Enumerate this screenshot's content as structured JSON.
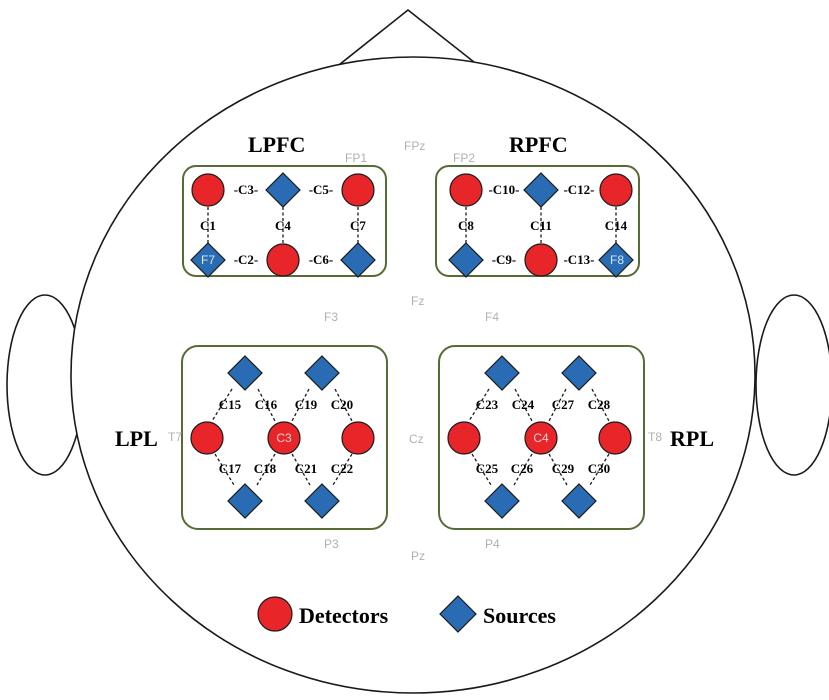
{
  "regions": {
    "lpfc": "LPFC",
    "rpfc": "RPFC",
    "lpl": "LPL",
    "rpl": "RPL"
  },
  "electrodes": {
    "fp1": "FP1",
    "fpz": "FPz",
    "fp2": "FP2",
    "f7": "F7",
    "f8": "F8",
    "f3": "F3",
    "fz": "Fz",
    "f4": "F4",
    "t7": "T7",
    "c3": "C3",
    "cz": "Cz",
    "c4": "C4",
    "t8": "T8",
    "p3": "P3",
    "pz": "Pz",
    "p4": "P4"
  },
  "channels": {
    "c1": "C1",
    "c2": "-C2-",
    "c3": "-C3-",
    "c4": "C4",
    "c5": "-C5-",
    "c6": "-C6-",
    "c7": "C7",
    "c8": "C8",
    "c9": "-C9-",
    "c10": "-C10-",
    "c11": "C11",
    "c12": "-C12-",
    "c13": "-C13-",
    "c14": "C14",
    "c15": "C15",
    "c16": "C16",
    "c17": "C17",
    "c18": "C18",
    "c19": "C19",
    "c20": "C20",
    "c21": "C21",
    "c22": "C22",
    "c23": "C23",
    "c24": "C24",
    "c25": "C25",
    "c26": "C26",
    "c27": "C27",
    "c28": "C28",
    "c29": "C29",
    "c30": "C30"
  },
  "legend": {
    "detectors": "Detectors",
    "sources": "Sources"
  },
  "colors": {
    "detector": "#e8262a",
    "source": "#2a6cb4",
    "region_border": "#566b35"
  }
}
